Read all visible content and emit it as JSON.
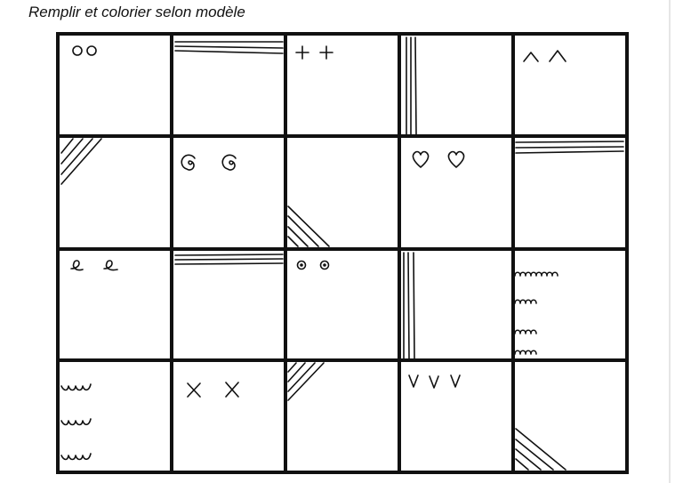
{
  "page": {
    "title": "Remplir et colorier selon modèle"
  },
  "grid": {
    "columns": 5,
    "rows": 4,
    "cells": [
      [
        "two-circles",
        "stripes-top",
        "two-plus",
        "stripes-left",
        "two-carets"
      ],
      [
        "corner-stripes-top-left",
        "two-spirals",
        "corner-stripes-bottom-left",
        "two-hearts",
        "stripes-top"
      ],
      [
        "two-loops",
        "stripes-top",
        "two-dotted-circles",
        "stripes-left",
        "scallop-rows-left"
      ],
      [
        "wave-rows-left",
        "two-crosses",
        "corner-stripes-top-left",
        "three-v",
        "corner-stripes-bottom-left"
      ]
    ]
  },
  "colors": {
    "ink": "#111111",
    "paper": "#ffffff"
  }
}
